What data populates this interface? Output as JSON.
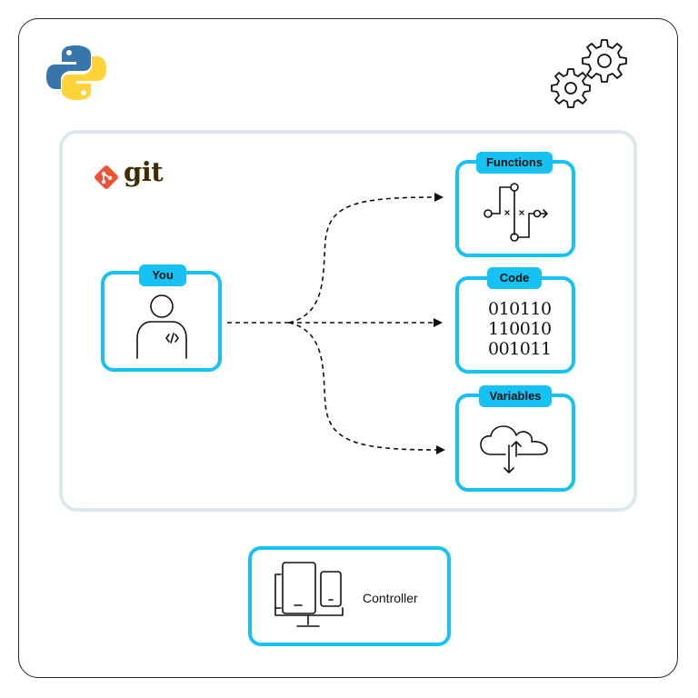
{
  "brand": {
    "git_label": "git"
  },
  "you": {
    "tag": "You"
  },
  "targets": [
    {
      "tag": "Functions"
    },
    {
      "tag": "Code",
      "lines": [
        "010110",
        "110010",
        "001011"
      ]
    },
    {
      "tag": "Variables"
    }
  ],
  "controller": {
    "label": "Controller"
  },
  "colors": {
    "accent": "#16c2f3",
    "inner_border": "#dbe9ef",
    "git_orange": "#f05133",
    "python_blue": "#3776ab",
    "python_yellow": "#ffd43b"
  }
}
